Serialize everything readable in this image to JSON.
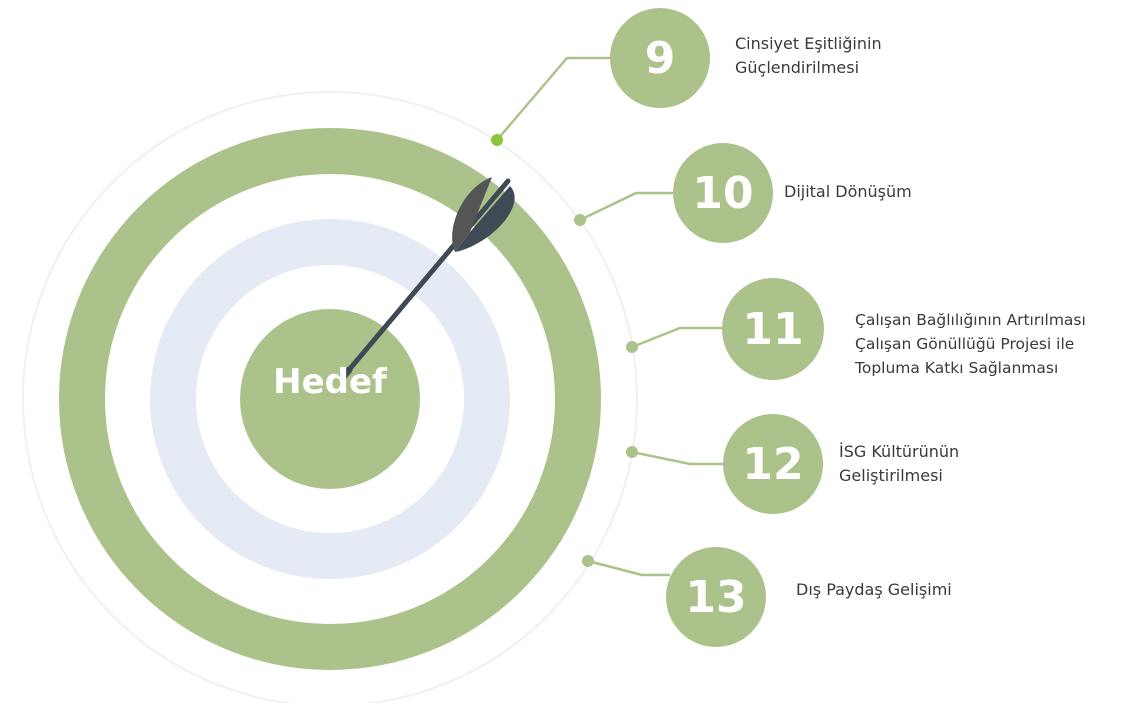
{
  "target": {
    "center_label": "Hedef",
    "ring_color": "#abc38a",
    "inner_ring_color": "#e5ebf4",
    "arrow_color": "#3f4a55"
  },
  "goals": [
    {
      "number": "9",
      "lines": [
        "Cinsiyet Eşitliğinin",
        "Güçlendirilmesi"
      ]
    },
    {
      "number": "10",
      "lines": [
        "Dijital Dönüşüm"
      ]
    },
    {
      "number": "11",
      "lines": [
        "Çalışan Bağlılığının Artırılması",
        "Çalışan Gönüllüğü Projesi ile",
        "Topluma Katkı Sağlanması"
      ]
    },
    {
      "number": "12",
      "lines": [
        "İSG Kültürünün",
        "Geliştirilmesi"
      ]
    },
    {
      "number": "13",
      "lines": [
        "Dış Paydaş Gelişimi"
      ]
    }
  ]
}
